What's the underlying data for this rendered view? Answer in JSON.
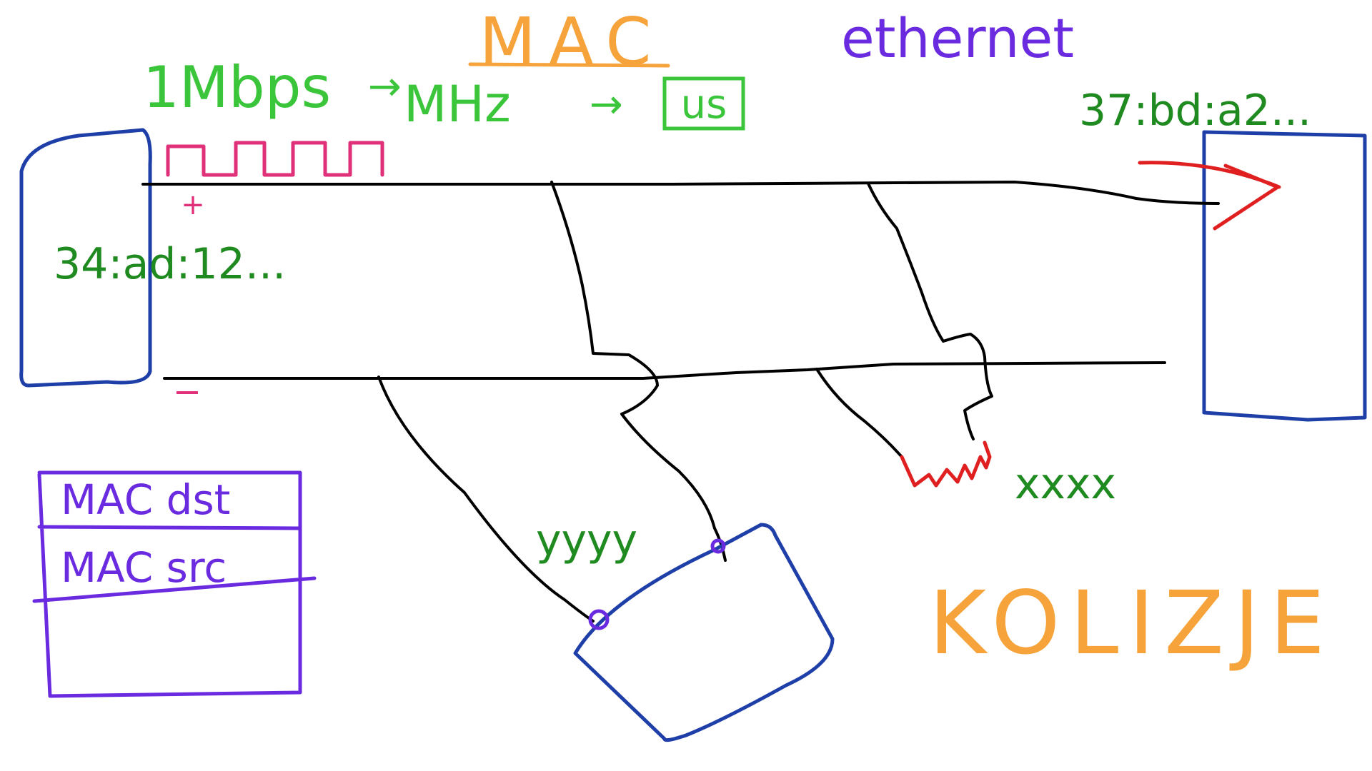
{
  "title": "MAC",
  "subtitle": "ethernet",
  "speed_note": {
    "rate": "1Mbps",
    "arrow1": "→",
    "freq": "MHz",
    "arrow2": "→",
    "period": "us"
  },
  "signal_polarity": {
    "positive": "+",
    "negative": "−"
  },
  "host_left_mac": "34:ad:12...",
  "host_right_mac": "37:bd:a2...",
  "host_bottom_mac": "yyyy",
  "device_resistor_mac": "xxxx",
  "collision_label": "KOLIZJE",
  "frame_fields": [
    "MAC dst",
    "MAC src",
    ""
  ],
  "colors": {
    "green": "#1f8a1f",
    "light_green": "#3ac53a",
    "orange": "#f5a33a",
    "purple": "#6a2be0",
    "blue": "#1f3fa8",
    "magenta": "#e0307a",
    "red": "#e02020",
    "black": "#000000"
  }
}
